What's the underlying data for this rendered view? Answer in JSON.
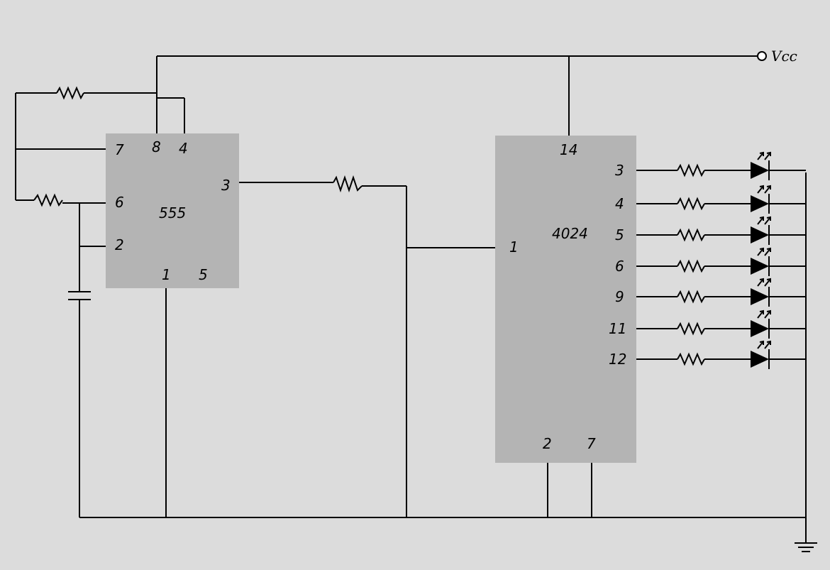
{
  "vcc_label": "Vcc",
  "chip555": {
    "name": "555",
    "pins": {
      "p7": "7",
      "p8": "8",
      "p4": "4",
      "p6": "6",
      "p2": "2",
      "p3": "3",
      "p1": "1",
      "p5": "5"
    }
  },
  "chip4024": {
    "name": "4024",
    "pins": {
      "p14": "14",
      "p1": "1",
      "p2": "2",
      "p7": "7"
    },
    "outputs": [
      "3",
      "4",
      "5",
      "6",
      "9",
      "11",
      "12"
    ]
  },
  "colors": {
    "background": "#dcdcdc",
    "chip": "#b4b4b4",
    "wire": "#000000"
  }
}
